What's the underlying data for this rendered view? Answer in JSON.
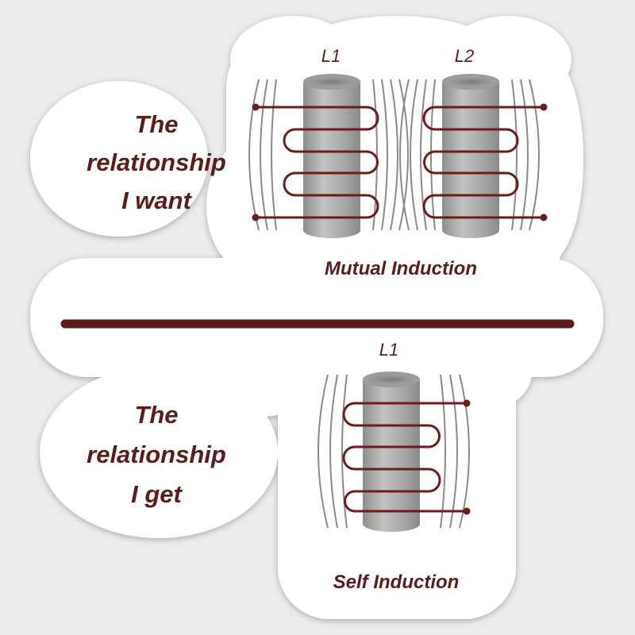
{
  "colors": {
    "background": "#ececec",
    "sticker": "#ffffff",
    "text": "#5e1c18",
    "wire": "#6a1e18",
    "field_line": "#8a8a8a",
    "core_light": "#c4c4c4",
    "core_mid": "#a4a4a4",
    "core_dark": "#8a8a8a"
  },
  "top_section": {
    "phrase": [
      "The",
      "relationship",
      "I want"
    ],
    "left_coil_label": "L1",
    "right_coil_label": "L2",
    "caption": "Mutual Induction"
  },
  "bottom_section": {
    "phrase": [
      "The",
      "relationship",
      "I get"
    ],
    "coil_label": "L1",
    "caption": "Self Induction"
  }
}
